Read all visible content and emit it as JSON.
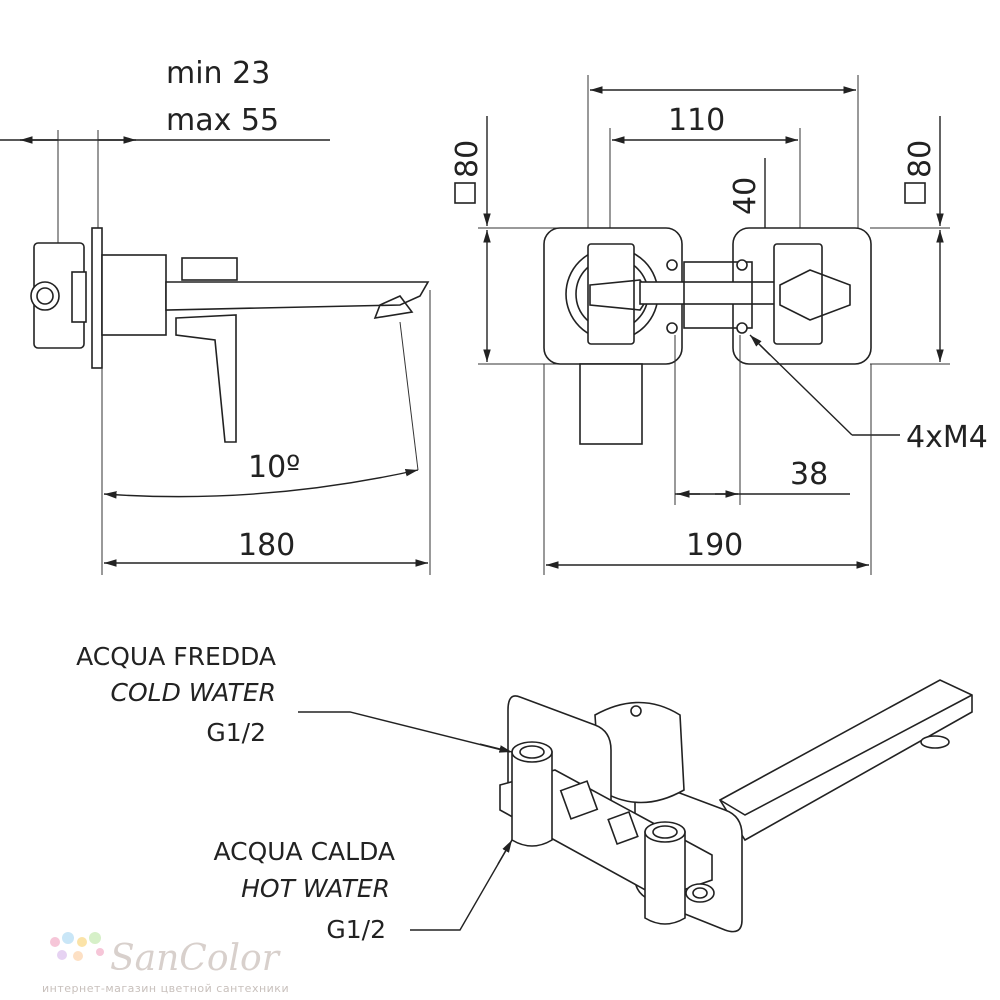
{
  "dimensions": {
    "min": "min 23",
    "max": "max 55",
    "angle": "10º",
    "length_side": "180",
    "width_total": "190",
    "center_distance": "110",
    "height_offset": "40",
    "plate_left": "80",
    "plate_right": "80",
    "screws": "4xM4",
    "bolt_spacing": "38"
  },
  "labels": {
    "cold_it": "ACQUA FREDDA",
    "cold_en": "COLD WATER",
    "cold_thread": "G1/2",
    "hot_it": "ACQUA CALDA",
    "hot_en": "HOT WATER",
    "hot_thread": "G1/2"
  },
  "logo": {
    "name": "SanColor",
    "tagline": "интернет-магазин цветной сантехники",
    "dot_colors": [
      "#f6c6d8",
      "#c9e6f7",
      "#fbe3a8",
      "#d6f0c8",
      "#e6d2f2",
      "#fde0c4"
    ]
  }
}
